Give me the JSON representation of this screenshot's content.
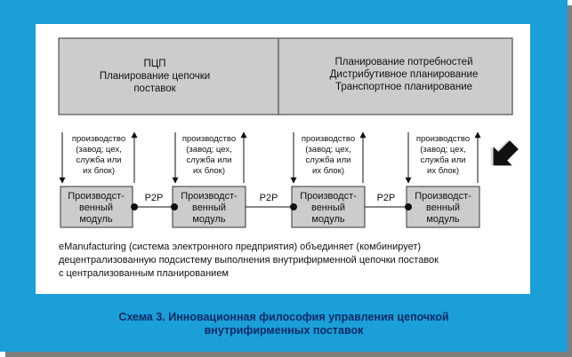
{
  "colors": {
    "frame_bg": "#1a9fd8",
    "shadow": "#7f7f7f",
    "panel_bg": "#ffffff",
    "top_box_fill": "#cccccc",
    "module_fill": "#cccccc",
    "caption_text": "#0d2a66"
  },
  "top_left_box": {
    "lines": [
      "ПЦП",
      "Планирование цепочки",
      "поставок"
    ]
  },
  "top_right_box": {
    "lines": [
      "Планирование потребностей",
      "Дистрибутивное планирование",
      "Транспортное планирование"
    ]
  },
  "arrow_label_lines": [
    "производство",
    "(завод; цех,",
    "служба или",
    "их блок)"
  ],
  "modules": [
    {
      "lines": [
        "Производст-",
        "венный",
        "модуль"
      ]
    },
    {
      "lines": [
        "Производст-",
        "венный",
        "модуль"
      ]
    },
    {
      "lines": [
        "Производст-",
        "венный",
        "модуль"
      ]
    },
    {
      "lines": [
        "Производст-",
        "венный",
        "модуль"
      ]
    }
  ],
  "connector_label": "P2P",
  "description_lines": [
    "eManufacturing (система электронного предприятия) объединяет (комбинирует)",
    "децентрализованную подсистему выполнения внутрифирменной цепочки поставок",
    "с централизованным планированием"
  ],
  "caption_lines": [
    "Схема 3. Инновационная философия управления цепочкой",
    "внутрифирменных поставок"
  ],
  "icons": [
    "diagonal-arrow-icon"
  ]
}
